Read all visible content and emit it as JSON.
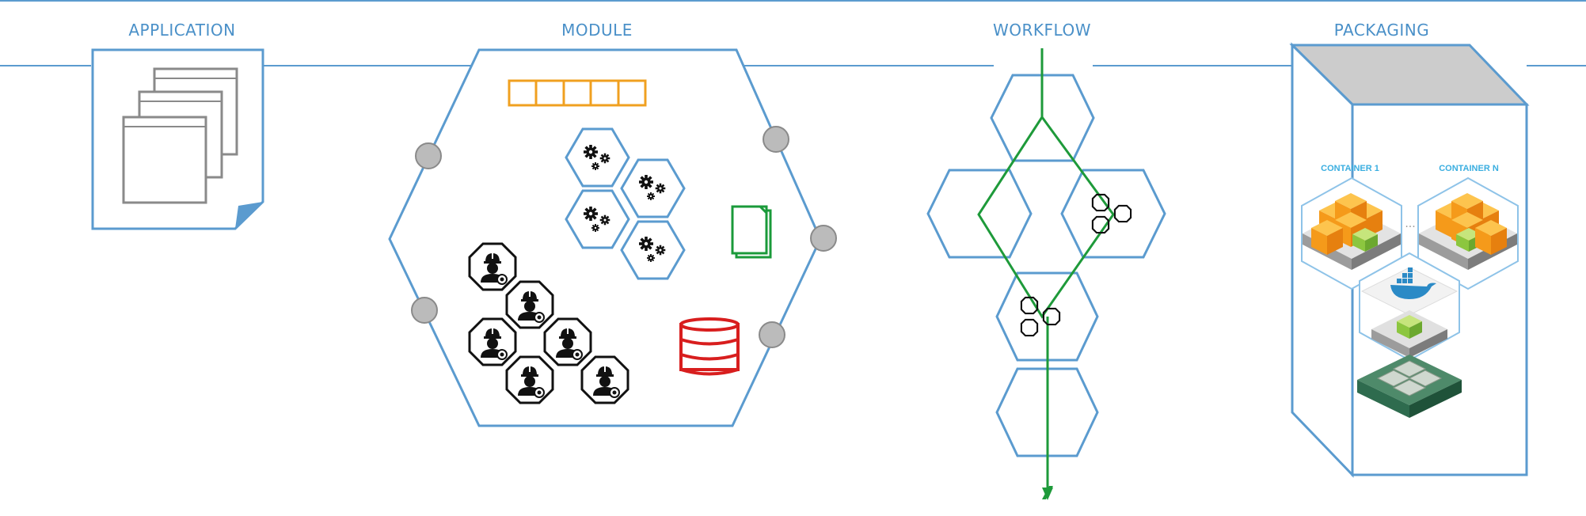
{
  "sections": {
    "application": "APPLICATION",
    "module": "MODULE",
    "workflow": "WORKFLOW",
    "packaging": "PACKAGING"
  },
  "packaging": {
    "container_1": "CONTAINER 1",
    "container_n": "CONTAINER N",
    "ellipsis": "..."
  },
  "icons": {
    "application": "stacked-documents-icon",
    "queue": "queue-icon",
    "gears": "gears-hexagon-icon",
    "files": "files-icon",
    "database": "database-icon",
    "workers": "worker-octagon-icon",
    "workflow": "workflow-node-icon",
    "docker": "docker-whale-icon",
    "cube": "cube-stack-icon",
    "chip": "chip-board-icon"
  },
  "colors": {
    "outline": "#5b9bcf",
    "label": "#4a90c8",
    "queue": "#f0a020",
    "files": "#1a9a3a",
    "database": "#d81e1e",
    "workflow_line": "#1e9a3a",
    "connector": "#bbbbbb",
    "cube_orange": "#f7a21c",
    "cube_green": "#8cc63f",
    "board": "#2e6b4e"
  }
}
